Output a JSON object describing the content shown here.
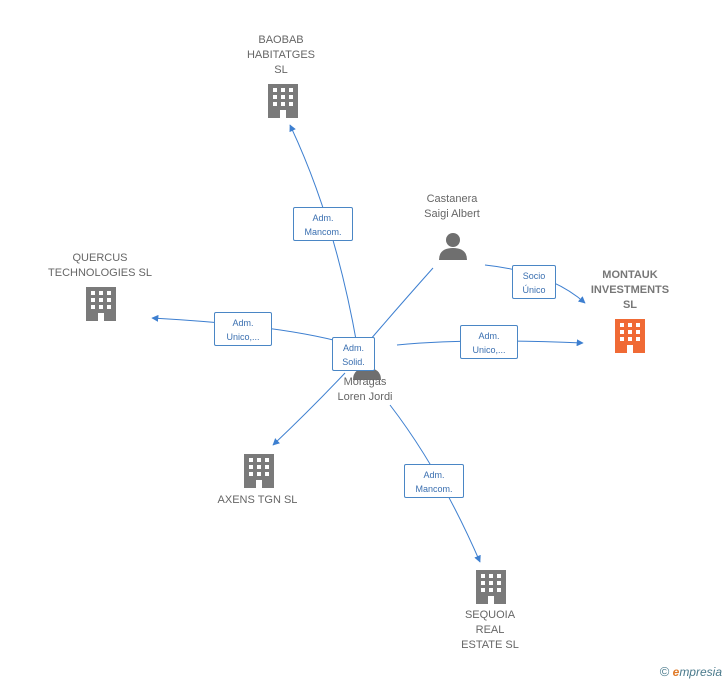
{
  "colors": {
    "edge": "#3d7fd0",
    "company": "#7a7a7a",
    "focus": "#f06a35",
    "person": "#6f6f6f"
  },
  "nodes": {
    "baobab": {
      "label": "BAOBAB\nHABITATGES\nSL",
      "icon": "building-icon"
    },
    "quercus": {
      "label": "QUERCUS\nTECHNOLOGIES SL",
      "icon": "building-icon"
    },
    "montauk": {
      "label": "MONTAUK\nINVESTMENTS\nSL",
      "icon": "building-icon"
    },
    "axens": {
      "label": "AXENS TGN  SL",
      "icon": "building-icon"
    },
    "sequoia": {
      "label": "SEQUOIA\nREAL\nESTATE  SL",
      "icon": "building-icon"
    },
    "castanera": {
      "label": "Castanera\nSaigi Albert",
      "icon": "person-icon"
    },
    "moragas": {
      "label": "Moragas\nLoren Jordi",
      "icon": "person-icon"
    }
  },
  "edges": {
    "baobab": "Adm.\nMancom.",
    "quercus": "Adm.\nUnico,...",
    "castanera": "Socio\nÚnico",
    "montauk": "Adm.\nUnico,...",
    "moragas": "Adm.\nSolid.",
    "sequoia": "Adm.\nMancom."
  },
  "watermark": {
    "copyright": "©",
    "brand_initial": "e",
    "brand_rest": "mpresia"
  }
}
